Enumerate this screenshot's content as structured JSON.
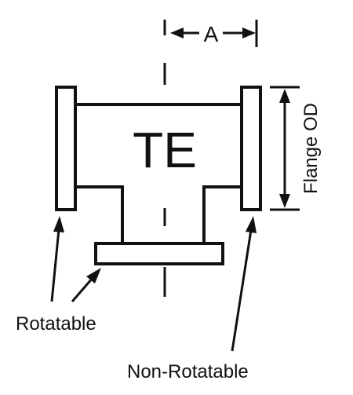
{
  "diagram": {
    "tee_label": "TE",
    "dimension_label": "A",
    "flange_od_label": "Flange OD",
    "rotatable_label": "Rotatable",
    "non_rotatable_label": "Non-Rotatable"
  }
}
